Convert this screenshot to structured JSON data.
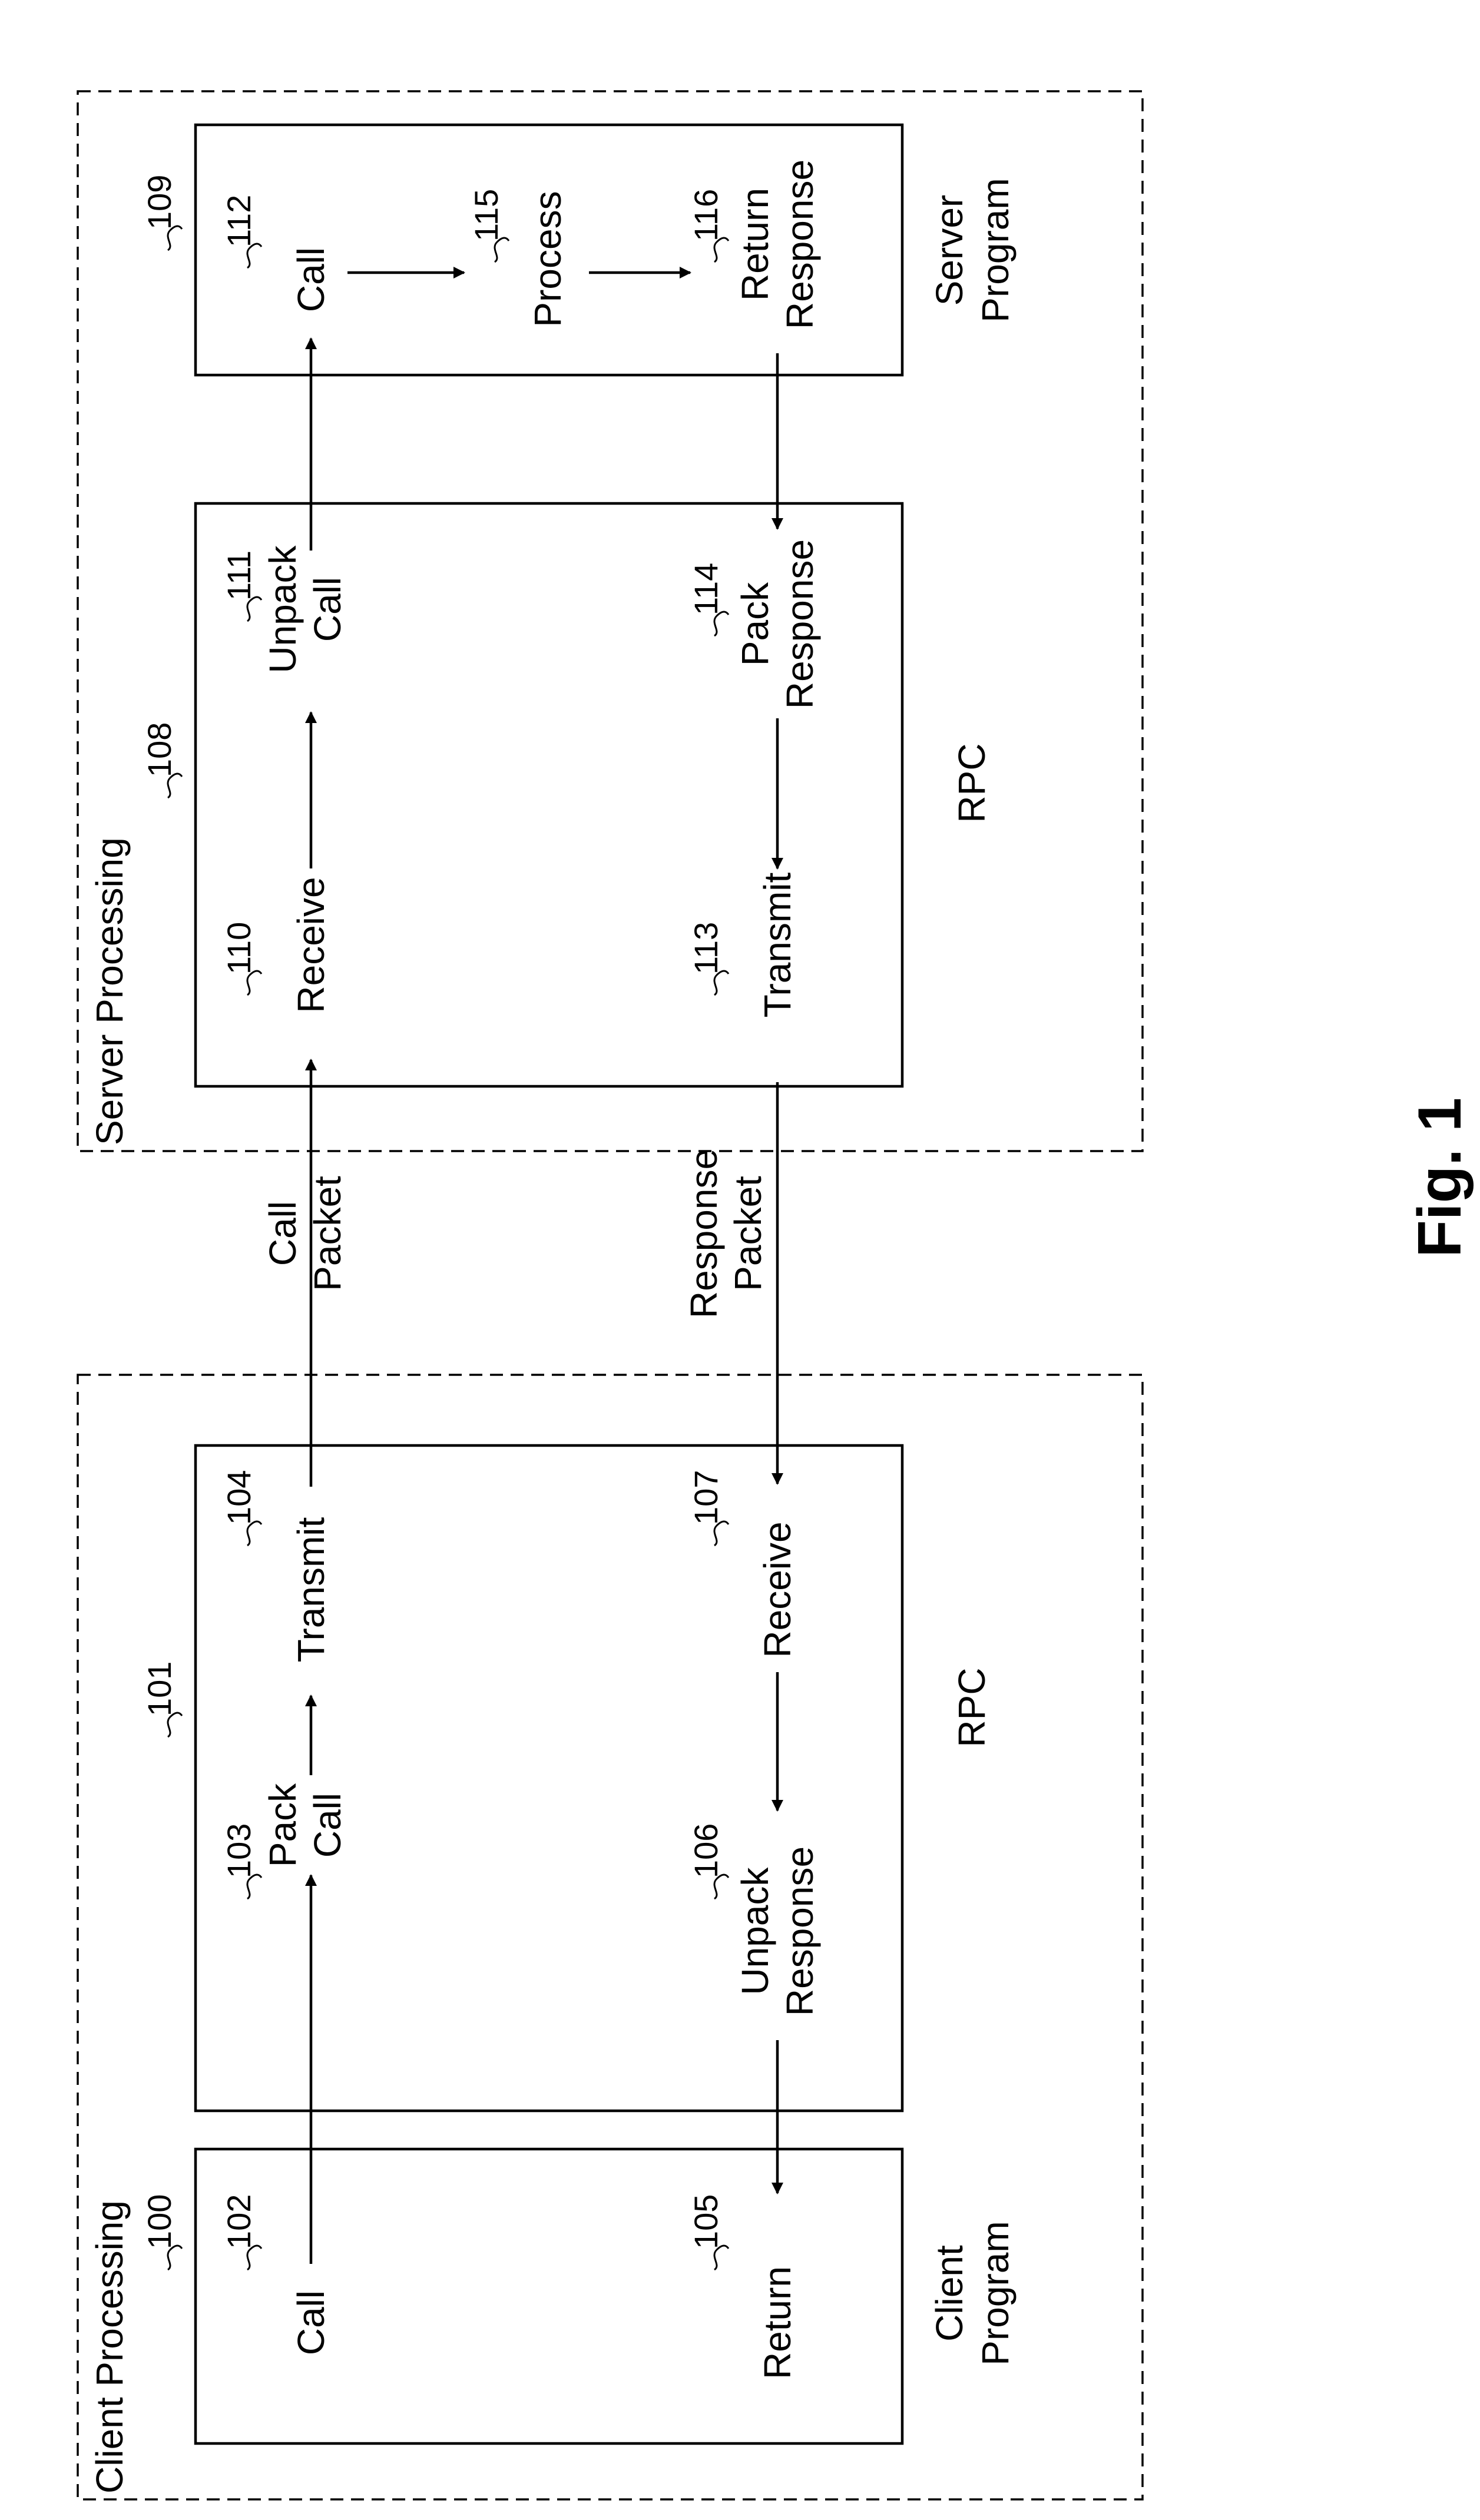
{
  "figure_label": "Fig. 1",
  "client": {
    "group_label": "Client Processing",
    "group_ref": "100",
    "program": {
      "caption_line1": "Client",
      "caption_line2": "Program",
      "call_label": "Call",
      "call_ref": "102",
      "return_label": "Return",
      "return_ref": "105"
    },
    "rpc": {
      "caption": "RPC",
      "box_ref": "101",
      "pack_call_line1": "Pack",
      "pack_call_line2": "Call",
      "pack_call_ref": "103",
      "transmit_label": "Transmit",
      "transmit_ref": "104",
      "unpack_response_line1": "Unpack",
      "unpack_response_line2": "Response",
      "unpack_response_ref": "106",
      "receive_label": "Receive",
      "receive_ref": "107"
    }
  },
  "links": {
    "call_packet_line1": "Call",
    "call_packet_line2": "Packet",
    "response_packet_line1": "Response",
    "response_packet_line2": "Packet"
  },
  "server": {
    "group_label": "Server Processing",
    "rpc": {
      "caption": "RPC",
      "box_ref": "108",
      "receive_label": "Receive",
      "receive_ref": "110",
      "unpack_call_line1": "Unpack",
      "unpack_call_line2": "Call",
      "unpack_call_ref": "111",
      "transmit_label": "Transmit",
      "transmit_ref": "113",
      "pack_response_line1": "Pack",
      "pack_response_line2": "Response",
      "pack_response_ref": "114"
    },
    "program": {
      "caption_line1": "Server",
      "caption_line2": "Program",
      "box_ref": "109",
      "call_label": "Call",
      "call_ref": "112",
      "process_label": "Process",
      "process_ref": "115",
      "return_response_line1": "Return",
      "return_response_line2": "Response",
      "return_response_ref": "116"
    }
  }
}
